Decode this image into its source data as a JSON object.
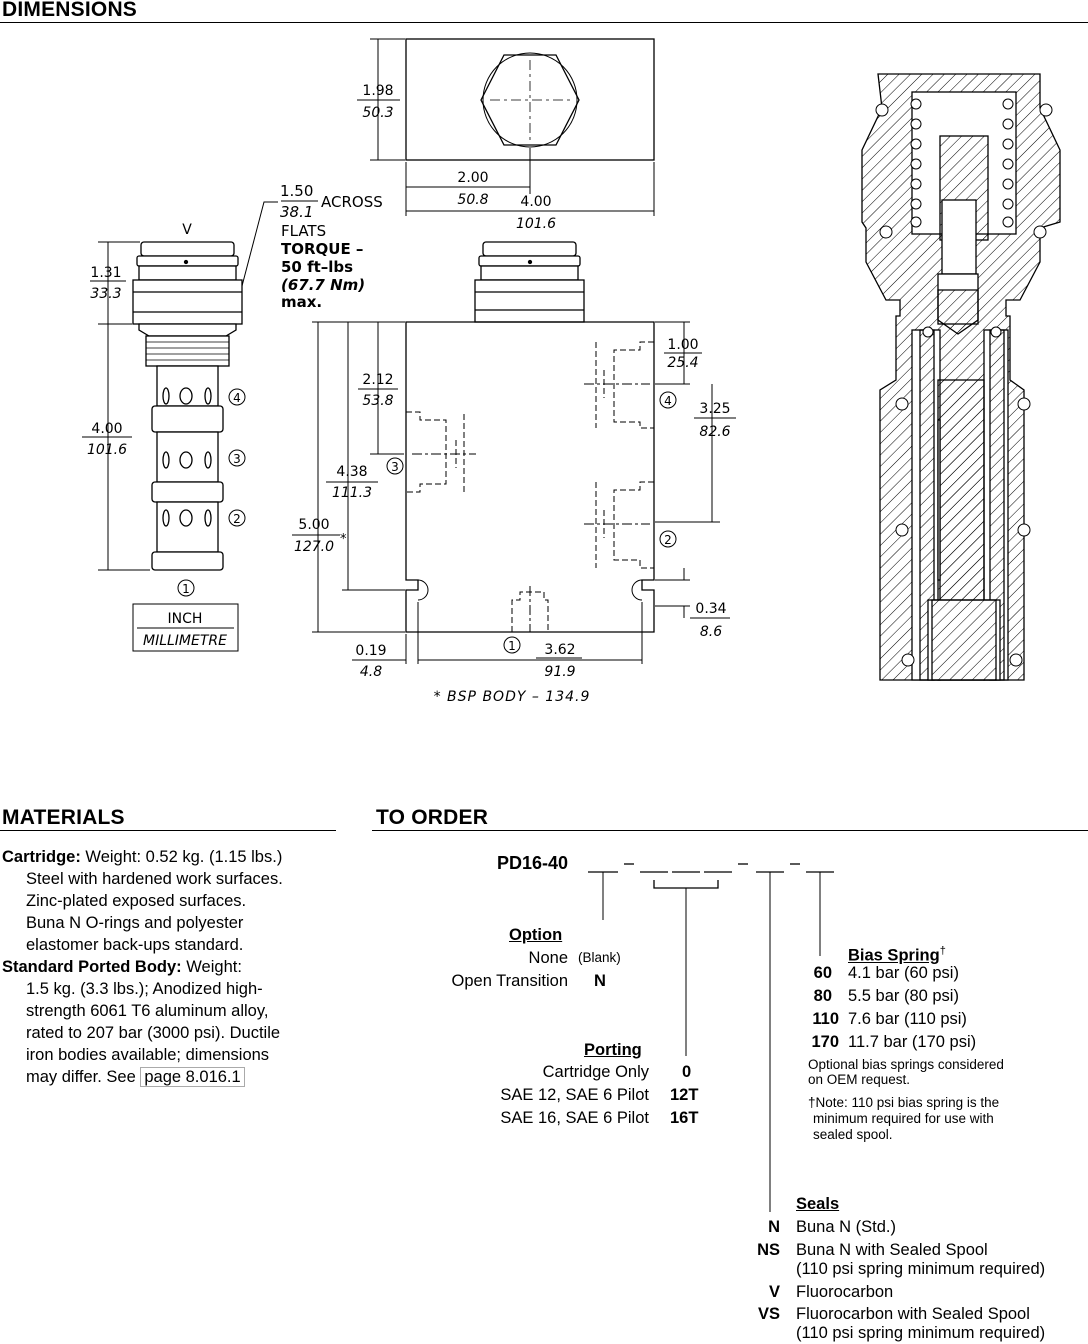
{
  "dimensions": {
    "title": "DIMENSIONS",
    "side_view": {
      "v_label": "V",
      "dim_1_31": {
        "inch": "1.31",
        "mm": "33.3"
      },
      "dim_4_00": {
        "inch": "4.00",
        "mm": "101.6"
      },
      "port_labels": [
        "4",
        "3",
        "2",
        "1"
      ],
      "units_inch": "INCH",
      "units_mm": "MILLIMETRE"
    },
    "callout": {
      "across_inch": "1.50",
      "across_mm": "38.1",
      "across_text": "ACROSS",
      "flats": "FLATS",
      "torque": "TORQUE –",
      "torque_value": "50 ft–lbs",
      "torque_metric": "(67.7 Nm)",
      "max": "max."
    },
    "top_view": {
      "dim_1_98": {
        "inch": "1.98",
        "mm": "50.3"
      },
      "dim_2_00": {
        "inch": "2.00",
        "mm": "50.8"
      },
      "dim_4_00": {
        "inch": "4.00",
        "mm": "101.6"
      }
    },
    "body_view": {
      "dim_2_12": {
        "inch": "2.12",
        "mm": "53.8"
      },
      "dim_4_38": {
        "inch": "4.38",
        "mm": "111.3"
      },
      "dim_5_00": {
        "inch": "5.00",
        "mm": "127.0"
      },
      "asterisk": "*",
      "dim_1_00": {
        "inch": "1.00",
        "mm": "25.4"
      },
      "dim_3_25": {
        "inch": "3.25",
        "mm": "82.6"
      },
      "dim_0_34": {
        "inch": "0.34",
        "mm": "8.6"
      },
      "dim_0_19": {
        "inch": "0.19",
        "mm": "4.8"
      },
      "dim_3_62": {
        "inch": "3.62",
        "mm": "91.9"
      },
      "port_labels": [
        "4",
        "3",
        "2",
        "1"
      ],
      "bsp_note": "* BSP BODY – 134.9"
    }
  },
  "materials": {
    "title": "MATERIALS",
    "cartridge_label": "Cartridge:",
    "cartridge_weight": " Weight: 0.52 kg. (1.15 lbs.)",
    "cartridge_lines": [
      "Steel with hardened work surfaces.",
      "Zinc-plated exposed surfaces.",
      "Buna N O-rings and polyester",
      "elastomer back-ups standard."
    ],
    "body_label": "Standard Ported Body:",
    "body_weight": " Weight:",
    "body_lines": [
      "1.5 kg. (3.3 lbs.); Anodized high-",
      "strength 6061 T6 aluminum alloy,",
      "rated to 207 bar (3000 psi). Ductile",
      "iron bodies available; dimensions"
    ],
    "last_line_prefix": "may differ. See ",
    "page_link": "page 8.016.1"
  },
  "to_order": {
    "title": "TO ORDER",
    "model_code": "PD16-40",
    "option": {
      "header": "Option",
      "rows": [
        {
          "label": "None",
          "code": "(Blank)"
        },
        {
          "label": "Open Transition",
          "code": "N"
        }
      ]
    },
    "porting": {
      "header": "Porting",
      "rows": [
        {
          "label": "Cartridge Only",
          "code": "0"
        },
        {
          "label": "SAE 12, SAE 6 Pilot",
          "code": "12T"
        },
        {
          "label": "SAE 16, SAE 6 Pilot",
          "code": "16T"
        }
      ]
    },
    "bias_spring": {
      "header": "Bias Spring",
      "dagger": "†",
      "rows": [
        {
          "code": "60",
          "value": "4.1 bar (60 psi)"
        },
        {
          "code": "80",
          "value": "5.5 bar (80 psi)"
        },
        {
          "code": "110",
          "value": "7.6 bar (110 psi)"
        },
        {
          "code": "170",
          "value": "11.7 bar (170 psi)"
        }
      ],
      "note_1": [
        "Optional bias springs considered",
        "on OEM request."
      ],
      "note_2": [
        "†Note: 110 psi bias spring is the",
        "minimum required for use with",
        "sealed spool."
      ]
    },
    "seals": {
      "header": "Seals",
      "rows": [
        {
          "code": "N",
          "lines": [
            "Buna N (Std.)"
          ]
        },
        {
          "code": "NS",
          "lines": [
            "Buna N with Sealed Spool",
            "(110 psi spring minimum required)"
          ]
        },
        {
          "code": "V",
          "lines": [
            "Fluorocarbon"
          ]
        },
        {
          "code": "VS",
          "lines": [
            "Fluorocarbon with Sealed Spool",
            "(110 psi spring minimum required)"
          ]
        }
      ]
    }
  }
}
